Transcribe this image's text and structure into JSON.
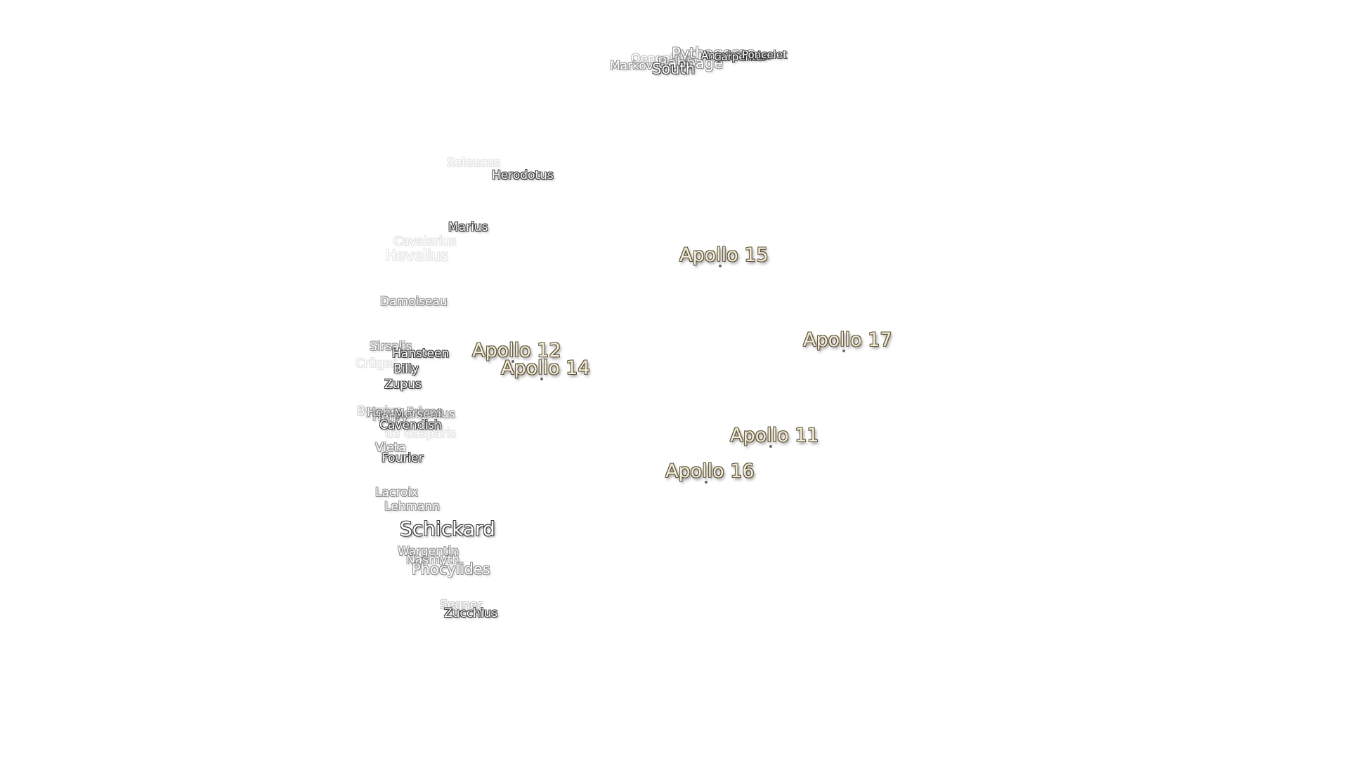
{
  "map": {
    "north_cluster": {
      "markov": "Markov",
      "oenopides": "Oenopides",
      "pythagoras": "Pythagoras",
      "babbage": "Babbage",
      "anaximander": "Anaximander",
      "carpenter": "Carpenter",
      "poncelet": "Poncelet",
      "south": "South"
    },
    "west_craters": {
      "seleucus": "Seleucus",
      "herodotus": "Herodotus",
      "marius": "Marius",
      "cavalerius": "Cavalerius",
      "hevelius": "Hevelius",
      "damoiseau": "Damoiseau",
      "sirsalis": "Sirsalis",
      "hansteen": "Hansteen",
      "crueger": "Crüger",
      "billy": "Billy",
      "zupus": "Zupus",
      "byrgius": "Byrgius",
      "henry_freres": "Henry Frères",
      "henry": "Henry",
      "mersenius": "Mersenius",
      "cavendish": "Cavendish",
      "de_gasparis": "de Gasparis",
      "vieta": "Vieta",
      "fourier": "Fourier",
      "lacroix": "Lacroix",
      "lehmann": "Lehmann",
      "schickard": "Schickard",
      "wargentin": "Wargentin",
      "nasmyth": "Nasmyth",
      "phocylides": "Phocylides",
      "segner": "Segner",
      "zucchius": "Zucchius"
    },
    "apollo_sites": {
      "a11": "Apollo 11",
      "a12": "Apollo 12",
      "a14": "Apollo 14",
      "a15": "Apollo 15",
      "a16": "Apollo 16",
      "a17": "Apollo 17"
    }
  }
}
